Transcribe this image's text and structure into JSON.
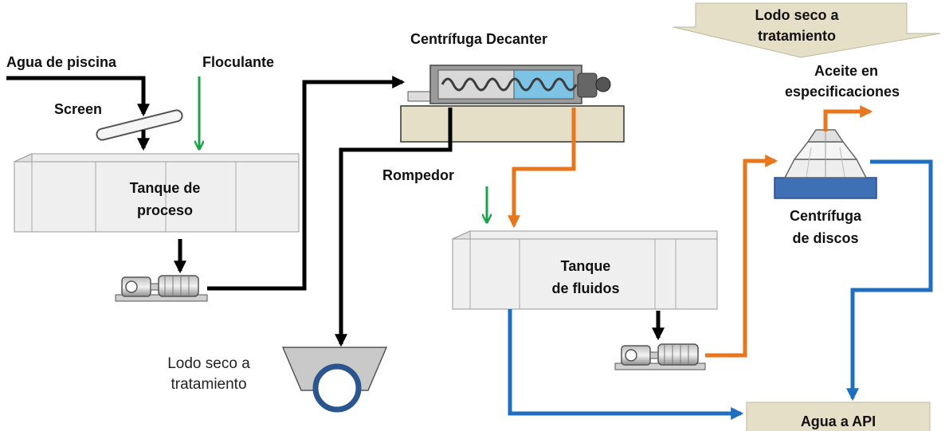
{
  "labels": {
    "agua_piscina": "Agua de piscina",
    "floculante": "Floculante",
    "screen": "Screen",
    "tanque_proceso_1": "Tanque de",
    "tanque_proceso_2": "proceso",
    "centrifuga_decanter": "Centrífuga Decanter",
    "rompedor": "Rompedor",
    "tanque_fluidos_1": "Tanque",
    "tanque_fluidos_2": "de fluidos",
    "lodo_seco_top_1": "Lodo seco a",
    "lodo_seco_top_2": "tratamiento",
    "aceite_1": "Aceite en",
    "aceite_2": "especificaciones",
    "centrifuga_discos_1": "Centrífuga",
    "centrifuga_discos_2": "de discos",
    "lodo_seco_bottom_1": "Lodo seco a",
    "lodo_seco_bottom_2": "tratamiento",
    "agua_api": "Agua a API"
  },
  "colors": {
    "black_line": "#000000",
    "green_line": "#1aa34a",
    "orange_line": "#e8761c",
    "blue_line": "#1f6fc1",
    "label_box": "#e6dfc8",
    "disc_base": "#3f6fb5"
  }
}
